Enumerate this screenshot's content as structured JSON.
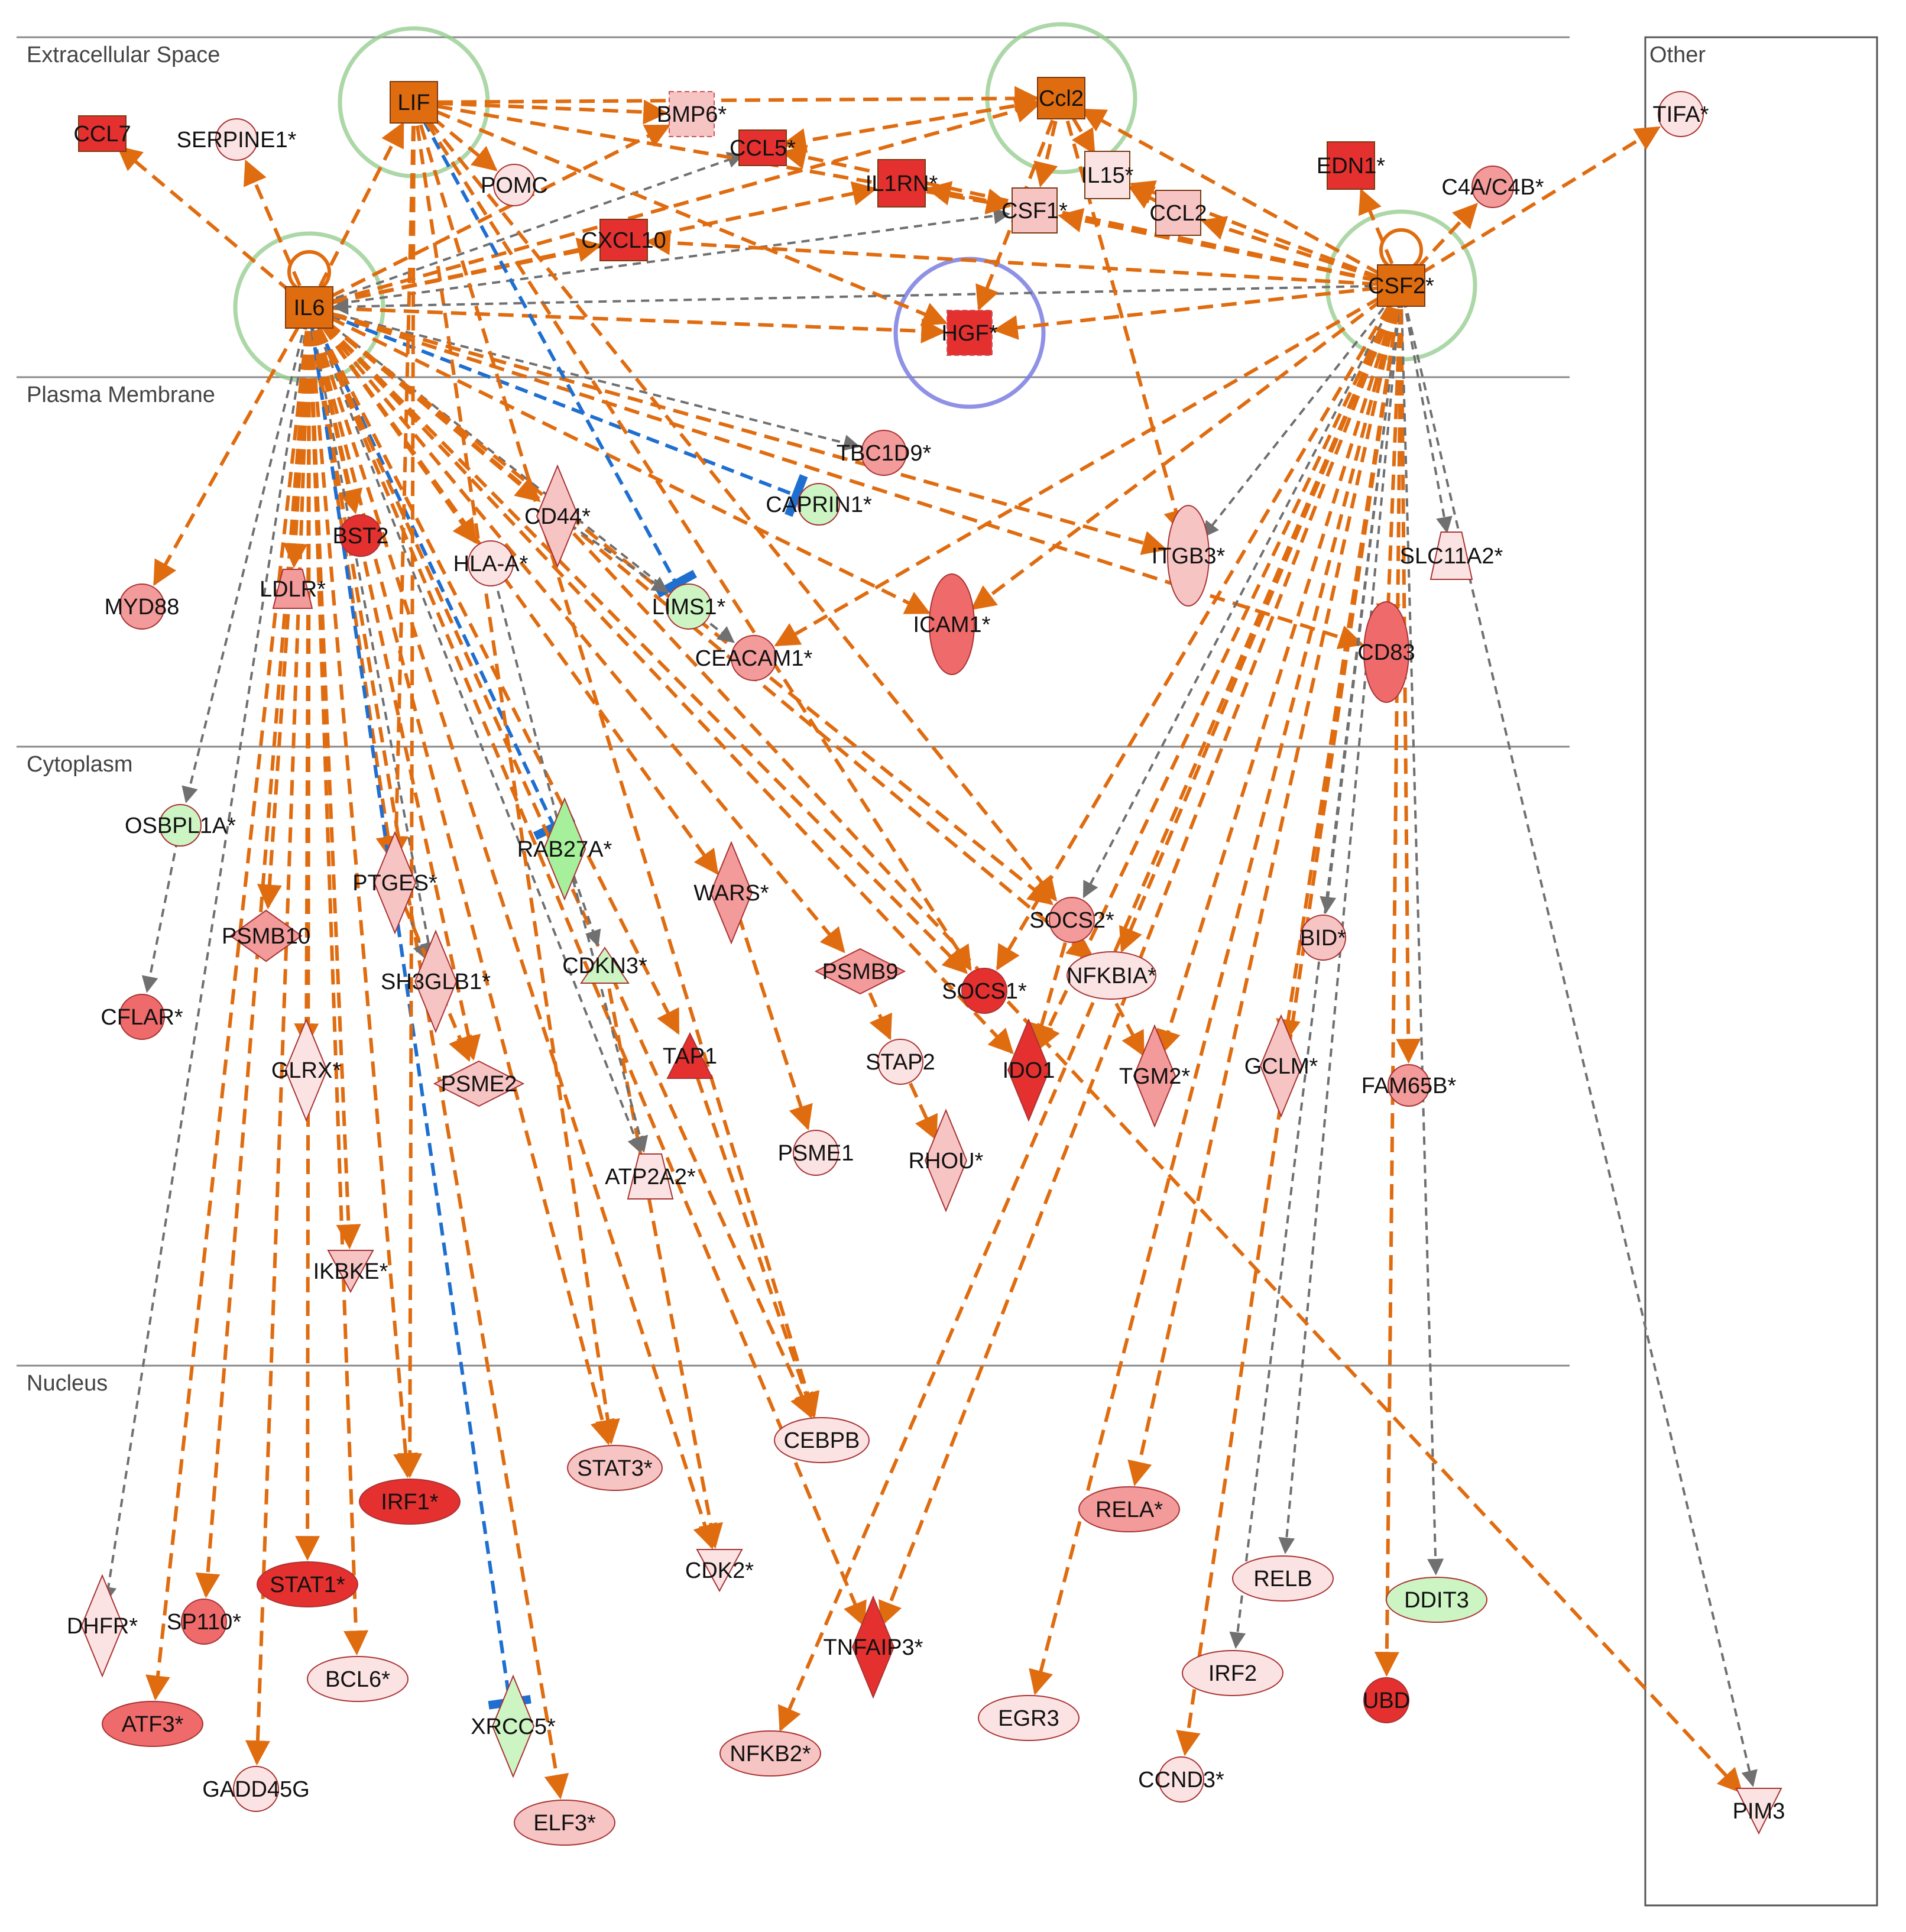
{
  "layers": [
    {
      "id": "extracellular",
      "label": "Extracellular Space"
    },
    {
      "id": "plasma",
      "label": "Plasma Membrane"
    },
    {
      "id": "cytoplasm",
      "label": "Cytoplasm"
    },
    {
      "id": "nucleus",
      "label": "Nucleus"
    },
    {
      "id": "other",
      "label": "Other"
    }
  ],
  "colors": {
    "edge_activation": "#e06c10",
    "edge_other": "#707070",
    "edge_inhibition": "#1f6fd0",
    "node_orange": "#e06c10",
    "red_dark": "#e53030",
    "red_med": "#ef6b6b",
    "pink": "#f39a9a",
    "pink_light": "#f7c4c4",
    "pink_pale": "#fbe3e3",
    "green": "#cdf5c4",
    "green_mid": "#a6ef9b",
    "highlight_green": "#90c98a",
    "highlight_blue": "#7a7ee0"
  },
  "nodes": [
    {
      "id": "LIF",
      "label": "LIF"
    },
    {
      "id": "BMP6",
      "label": "BMP6*"
    },
    {
      "id": "Ccl2",
      "label": "Ccl2"
    },
    {
      "id": "CCL7",
      "label": "CCL7"
    },
    {
      "id": "SERPINE1",
      "label": "SERPINE1*"
    },
    {
      "id": "CCL5",
      "label": "CCL5*"
    },
    {
      "id": "POMC",
      "label": "POMC"
    },
    {
      "id": "IL1RN",
      "label": "IL1RN*"
    },
    {
      "id": "IL15",
      "label": "IL15*"
    },
    {
      "id": "EDN1",
      "label": "EDN1*"
    },
    {
      "id": "C4A",
      "label": "C4A/C4B*"
    },
    {
      "id": "TIFA",
      "label": "TIFA*"
    },
    {
      "id": "CSF1",
      "label": "CSF1*"
    },
    {
      "id": "CCL2b",
      "label": "CCL2"
    },
    {
      "id": "CXCL10",
      "label": "CXCL10"
    },
    {
      "id": "IL6",
      "label": "IL6"
    },
    {
      "id": "CSF2",
      "label": "CSF2*"
    },
    {
      "id": "HGF",
      "label": "HGF*"
    },
    {
      "id": "TBC1D9",
      "label": "TBC1D9*"
    },
    {
      "id": "CAPRIN1",
      "label": "CAPRIN1*"
    },
    {
      "id": "CD44",
      "label": "CD44*"
    },
    {
      "id": "BST2",
      "label": "BST2"
    },
    {
      "id": "HLAA",
      "label": "HLA-A*"
    },
    {
      "id": "LDLR",
      "label": "LDLR*"
    },
    {
      "id": "MYD88",
      "label": "MYD88"
    },
    {
      "id": "LIMS1",
      "label": "LIMS1*"
    },
    {
      "id": "CEACAM1",
      "label": "CEACAM1*"
    },
    {
      "id": "ICAM1",
      "label": "ICAM1*"
    },
    {
      "id": "ITGB3",
      "label": "ITGB3*"
    },
    {
      "id": "SLC11A2",
      "label": "SLC11A2*"
    },
    {
      "id": "CD83",
      "label": "CD83"
    },
    {
      "id": "OSBPL1A",
      "label": "OSBPL1A*"
    },
    {
      "id": "RAB27A",
      "label": "RAB27A*"
    },
    {
      "id": "PTGES",
      "label": "PTGES*"
    },
    {
      "id": "PSMB10",
      "label": "PSMB10"
    },
    {
      "id": "WARS",
      "label": "WARS*"
    },
    {
      "id": "SOCS2",
      "label": "SOCS2*"
    },
    {
      "id": "BID",
      "label": "BID*"
    },
    {
      "id": "CFLAR",
      "label": "CFLAR*"
    },
    {
      "id": "SH3GLB1",
      "label": "SH3GLB1*"
    },
    {
      "id": "CDKN3",
      "label": "CDKN3*"
    },
    {
      "id": "PSMB9",
      "label": "PSMB9"
    },
    {
      "id": "SOCS1",
      "label": "SOCS1*"
    },
    {
      "id": "NFKBIA",
      "label": "NFKBIA*"
    },
    {
      "id": "GLRX",
      "label": "GLRX*"
    },
    {
      "id": "PSME2",
      "label": "PSME2"
    },
    {
      "id": "TAP1",
      "label": "TAP1"
    },
    {
      "id": "STAP2",
      "label": "STAP2"
    },
    {
      "id": "IDO1",
      "label": "IDO1"
    },
    {
      "id": "TGM2",
      "label": "TGM2*"
    },
    {
      "id": "GCLM",
      "label": "GCLM*"
    },
    {
      "id": "FAM65B",
      "label": "FAM65B*"
    },
    {
      "id": "PSME1",
      "label": "PSME1"
    },
    {
      "id": "RHOU",
      "label": "RHOU*"
    },
    {
      "id": "ATP2A2",
      "label": "ATP2A2*"
    },
    {
      "id": "IKBKE",
      "label": "IKBKE*"
    },
    {
      "id": "CEBPB",
      "label": "CEBPB"
    },
    {
      "id": "STAT3",
      "label": "STAT3*"
    },
    {
      "id": "IRF1",
      "label": "IRF1*"
    },
    {
      "id": "RELA",
      "label": "RELA*"
    },
    {
      "id": "STAT1",
      "label": "STAT1*"
    },
    {
      "id": "CDK2",
      "label": "CDK2*"
    },
    {
      "id": "RELB",
      "label": "RELB"
    },
    {
      "id": "DDIT3",
      "label": "DDIT3"
    },
    {
      "id": "DHFR",
      "label": "DHFR*"
    },
    {
      "id": "SP110",
      "label": "SP110*"
    },
    {
      "id": "TNFAIP3",
      "label": "TNFAIP3*"
    },
    {
      "id": "BCL6",
      "label": "BCL6*"
    },
    {
      "id": "IRF2",
      "label": "IRF2"
    },
    {
      "id": "UBD",
      "label": "UBD"
    },
    {
      "id": "ATF3",
      "label": "ATF3*"
    },
    {
      "id": "XRCC5",
      "label": "XRCC5*"
    },
    {
      "id": "EGR3",
      "label": "EGR3"
    },
    {
      "id": "NFKB2",
      "label": "NFKB2*"
    },
    {
      "id": "CCND3",
      "label": "CCND3*"
    },
    {
      "id": "GADD45G",
      "label": "GADD45G"
    },
    {
      "id": "ELF3",
      "label": "ELF3*"
    },
    {
      "id": "PIM3",
      "label": "PIM3"
    }
  ],
  "edges": [
    [
      "IL6",
      "LIF",
      "activation"
    ],
    [
      "IL6",
      "BMP6",
      "activation"
    ],
    [
      "IL6",
      "Ccl2",
      "activation"
    ],
    [
      "IL6",
      "CCL7",
      "activation"
    ],
    [
      "IL6",
      "SERPINE1",
      "activation"
    ],
    [
      "IL6",
      "CCL5",
      "other"
    ],
    [
      "IL6",
      "IL1RN",
      "activation"
    ],
    [
      "IL6",
      "CSF1",
      "other"
    ],
    [
      "IL6",
      "CXCL10",
      "activation"
    ],
    [
      "IL6",
      "HGF",
      "activation"
    ],
    [
      "IL6",
      "TBC1D9",
      "other"
    ],
    [
      "IL6",
      "CAPRIN1",
      "inhibition"
    ],
    [
      "IL6",
      "CD44",
      "activation"
    ],
    [
      "IL6",
      "BST2",
      "activation"
    ],
    [
      "IL6",
      "HLAA",
      "activation"
    ],
    [
      "IL6",
      "LDLR",
      "activation"
    ],
    [
      "IL6",
      "MYD88",
      "activation"
    ],
    [
      "IL6",
      "CEACAM1",
      "other"
    ],
    [
      "IL6",
      "ICAM1",
      "activation"
    ],
    [
      "IL6",
      "ITGB3",
      "activation"
    ],
    [
      "IL6",
      "CD83",
      "activation"
    ],
    [
      "IL6",
      "OSBPL1A",
      "other"
    ],
    [
      "IL6",
      "RAB27A",
      "inhibition"
    ],
    [
      "IL6",
      "PTGES",
      "activation"
    ],
    [
      "IL6",
      "PSMB10",
      "activation"
    ],
    [
      "IL6",
      "WARS",
      "activation"
    ],
    [
      "IL6",
      "SOCS2",
      "activation"
    ],
    [
      "IL6",
      "SH3GLB1",
      "other"
    ],
    [
      "IL6",
      "PSMB9",
      "activation"
    ],
    [
      "IL6",
      "SOCS1",
      "activation"
    ],
    [
      "IL6",
      "GLRX",
      "activation"
    ],
    [
      "IL6",
      "PSME2",
      "activation"
    ],
    [
      "IL6",
      "TAP1",
      "activation"
    ],
    [
      "IL6",
      "IDO1",
      "activation"
    ],
    [
      "IL6",
      "ATP2A2",
      "other"
    ],
    [
      "IL6",
      "IKBKE",
      "activation"
    ],
    [
      "IL6",
      "CEBPB",
      "activation"
    ],
    [
      "IL6",
      "STAT3",
      "activation"
    ],
    [
      "IL6",
      "IRF1",
      "activation"
    ],
    [
      "IL6",
      "STAT1",
      "activation"
    ],
    [
      "IL6",
      "CDK2",
      "activation"
    ],
    [
      "IL6",
      "DHFR",
      "other"
    ],
    [
      "IL6",
      "SP110",
      "activation"
    ],
    [
      "IL6",
      "BCL6",
      "activation"
    ],
    [
      "IL6",
      "ATF3",
      "activation"
    ],
    [
      "IL6",
      "XRCC5",
      "inhibition"
    ],
    [
      "IL6",
      "GADD45G",
      "activation"
    ],
    [
      "IL6",
      "ELF3",
      "activation"
    ],
    [
      "IL6",
      "TNFAIP3",
      "activation"
    ],
    [
      "IL6",
      "NFKBIA",
      "activation"
    ],
    [
      "LIF",
      "Ccl2",
      "activation"
    ],
    [
      "LIF",
      "BMP6",
      "activation"
    ],
    [
      "LIF",
      "POMC",
      "activation"
    ],
    [
      "LIF",
      "HGF",
      "activation"
    ],
    [
      "LIF",
      "LIMS1",
      "inhibition"
    ],
    [
      "LIF",
      "CSF1",
      "activation"
    ],
    [
      "LIF",
      "SOCS1",
      "activation"
    ],
    [
      "LIF",
      "SOCS2",
      "activation"
    ],
    [
      "LIF",
      "STAT3",
      "activation"
    ],
    [
      "LIF",
      "CEBPB",
      "activation"
    ],
    [
      "LIF",
      "PTGES",
      "activation"
    ],
    [
      "LIF",
      "IRF1",
      "activation"
    ],
    [
      "CSF2",
      "Ccl2",
      "activation"
    ],
    [
      "CSF2",
      "CSF1",
      "activation"
    ],
    [
      "CSF2",
      "CCL2b",
      "activation"
    ],
    [
      "CSF2",
      "IL15",
      "activation"
    ],
    [
      "CSF2",
      "CCL5",
      "activation"
    ],
    [
      "CSF2",
      "IL1RN",
      "activation"
    ],
    [
      "CSF2",
      "CXCL10",
      "activation"
    ],
    [
      "CSF2",
      "HGF",
      "activation"
    ],
    [
      "CSF2",
      "EDN1",
      "activation"
    ],
    [
      "CSF2",
      "C4A",
      "activation"
    ],
    [
      "CSF2",
      "TIFA",
      "activation"
    ],
    [
      "CSF2",
      "IL6",
      "other"
    ],
    [
      "CSF2",
      "CEACAM1",
      "activation"
    ],
    [
      "CSF2",
      "ICAM1",
      "activation"
    ],
    [
      "CSF2",
      "ITGB3",
      "other"
    ],
    [
      "CSF2",
      "SLC11A2",
      "other"
    ],
    [
      "CSF2",
      "CD83",
      "activation"
    ],
    [
      "CSF2",
      "SOCS2",
      "other"
    ],
    [
      "CSF2",
      "SOCS1",
      "activation"
    ],
    [
      "CSF2",
      "NFKBIA",
      "activation"
    ],
    [
      "CSF2",
      "IDO1",
      "activation"
    ],
    [
      "CSF2",
      "TGM2",
      "activation"
    ],
    [
      "CSF2",
      "GCLM",
      "activation"
    ],
    [
      "CSF2",
      "BID",
      "other"
    ],
    [
      "CSF2",
      "FAM65B",
      "activation"
    ],
    [
      "CSF2",
      "RELA",
      "activation"
    ],
    [
      "CSF2",
      "RELB",
      "other"
    ],
    [
      "CSF2",
      "DDIT3",
      "other"
    ],
    [
      "CSF2",
      "TNFAIP3",
      "activation"
    ],
    [
      "CSF2",
      "IRF2",
      "other"
    ],
    [
      "CSF2",
      "UBD",
      "activation"
    ],
    [
      "CSF2",
      "EGR3",
      "activation"
    ],
    [
      "CSF2",
      "NFKB2",
      "activation"
    ],
    [
      "CSF2",
      "CCND3",
      "activation"
    ],
    [
      "CSF2",
      "PIM3",
      "other"
    ],
    [
      "Ccl2",
      "CCL5",
      "activation"
    ],
    [
      "Ccl2",
      "CSF1",
      "activation"
    ],
    [
      "Ccl2",
      "IL15",
      "activation"
    ],
    [
      "Ccl2",
      "HGF",
      "activation"
    ],
    [
      "Ccl2",
      "ITGB3",
      "activation"
    ],
    [
      "CCL2b",
      "IL15",
      "activation"
    ],
    [
      "IL1RN",
      "CSF1",
      "activation"
    ],
    [
      "OSBPL1A",
      "CFLAR",
      "other"
    ],
    [
      "CD44",
      "LIMS1",
      "other"
    ],
    [
      "LIMS1",
      "CEACAM1",
      "other"
    ],
    [
      "PTGES",
      "SH3GLB1",
      "other"
    ],
    [
      "PTGES",
      "PSME2",
      "activation"
    ],
    [
      "RAB27A",
      "CDKN3",
      "other"
    ],
    [
      "PSMB9",
      "STAP2",
      "activation"
    ],
    [
      "STAP2",
      "RHOU",
      "activation"
    ],
    [
      "SOCS2",
      "IDO1",
      "activation"
    ],
    [
      "SOCS2",
      "TGM2",
      "activation"
    ],
    [
      "CDKN3",
      "CDK2",
      "activation"
    ],
    [
      "TAP1",
      "CEBPB",
      "activation"
    ],
    [
      "WARS",
      "PSME1",
      "activation"
    ],
    [
      "HLAA",
      "ATP2A2",
      "other"
    ],
    [
      "CD44",
      "PIM3",
      "activation"
    ]
  ],
  "highlights": {
    "green": [
      "LIF",
      "Ccl2",
      "IL6",
      "CSF2"
    ],
    "blue": [
      "HGF"
    ]
  },
  "self_loops": [
    "IL6",
    "CSF2"
  ]
}
